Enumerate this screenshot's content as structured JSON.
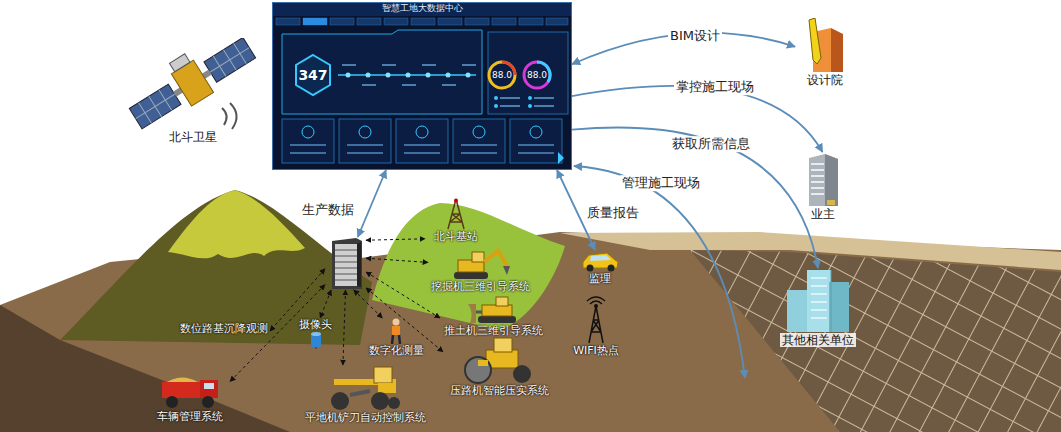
{
  "diagram": {
    "nodes": [
      {
        "text": [
          "智慧工地大数据中心"
        ]
      },
      {
        "text": [
          "北斗卫星"
        ]
      },
      {
        "text": [
          "设计院"
        ]
      },
      {
        "text": [
          "业主"
        ]
      },
      {
        "text": [
          "其他相关单位"
        ]
      },
      {
        "text": []
      },
      {
        "text": [
          "北斗基站"
        ]
      },
      {
        "text": [
          "挖掘机三维引导系统"
        ]
      },
      {
        "text": [
          "推土机三维引导系统"
        ]
      },
      {
        "text": [
          "压路机智能压实系统"
        ]
      },
      {
        "text": [
          "数字化测量"
        ]
      },
      {
        "text": [
          "平地机铲刀自动控制系统"
        ]
      },
      {
        "text": [
          "车辆管理系统"
        ]
      },
      {
        "text": [
          "数位路基沉降观测"
        ]
      },
      {
        "text": [
          "摄像头"
        ]
      },
      {
        "text": [
          "监理"
        ]
      },
      {
        "text": [
          "WIFI热点"
        ]
      }
    ],
    "edges": [
      {
        "from": 5,
        "to": 0,
        "label": "生产数据",
        "arrow": "both"
      },
      {
        "from": 15,
        "to": 0,
        "label": "质量报告",
        "arrow": "both"
      },
      {
        "from": 0,
        "to": 2,
        "label": "BIM设计",
        "arrow": "both"
      },
      {
        "from": 0,
        "to": 3,
        "label": "掌控施工现场",
        "arrow": "to"
      },
      {
        "from": 0,
        "to": 4,
        "label": "获取所需信息",
        "arrow": "to"
      },
      {
        "from": 5,
        "to": 6,
        "arrow": "both"
      },
      {
        "from": 5,
        "to": 7,
        "arrow": "both"
      },
      {
        "from": 5,
        "to": 8,
        "arrow": "both"
      },
      {
        "from": 5,
        "to": 9,
        "arrow": "both"
      },
      {
        "from": 5,
        "to": 10,
        "arrow": "both"
      },
      {
        "from": 5,
        "to": 11,
        "arrow": "both"
      },
      {
        "from": 5,
        "to": 12,
        "arrow": "both"
      },
      {
        "from": 5,
        "to": 13,
        "arrow": "both"
      },
      {
        "from": 5,
        "to": 14,
        "arrow": "both"
      }
    ],
    "labels": [
      "347",
      "88.0",
      "88.0",
      "管理施工现场"
    ]
  }
}
